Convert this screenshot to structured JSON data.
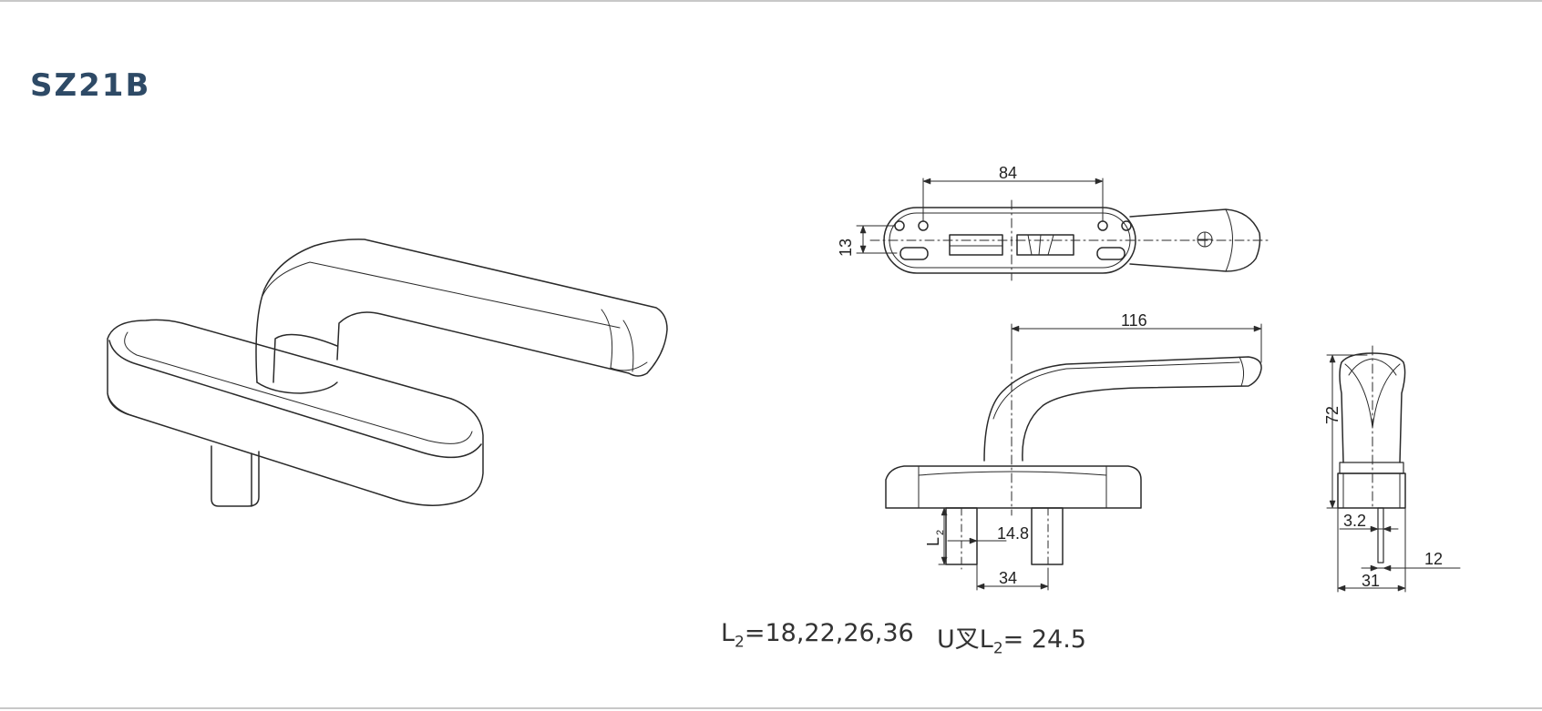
{
  "header": {
    "model": "SZ21B"
  },
  "dimensions": {
    "top_width": "84",
    "top_height": "13",
    "front_length": "116",
    "front_spindle_center": "14.8",
    "front_spindle_spacing": "34",
    "front_spindle_label": "L",
    "front_spindle_label_sub": "2",
    "side_height": "72",
    "side_offset": "3.2",
    "side_spindle": "12",
    "side_base": "31"
  },
  "notes": {
    "lengths_prefix": "L",
    "lengths_sub": "2",
    "lengths_values": "=18,22,26,36",
    "u_prefix": "U叉L",
    "u_sub": "2",
    "u_value": "= 24.5"
  }
}
